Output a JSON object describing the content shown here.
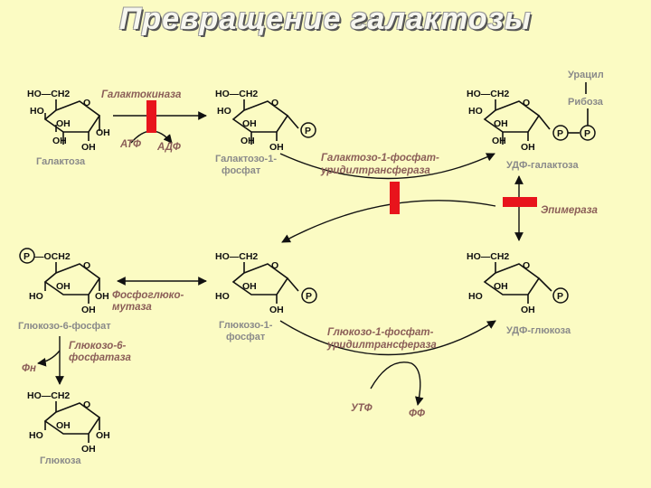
{
  "title": "Превращение галактозы",
  "compounds": {
    "galactose": "Галактоза",
    "gal1p_a": "Галактозо-1-",
    "gal1p_b": "фосфат",
    "udp_gal": "УДФ-галактоза",
    "glc6p": "Глюкозо-6-фосфат",
    "glc1p_a": "Глюкозо-1-",
    "glc1p_b": "фосфат",
    "udp_glc": "УДФ-глюкоза",
    "glucose": "Глюкоза"
  },
  "enzymes": {
    "galactokinase": "Галактокиназа",
    "galt_a": "Галактозо-1-фосфат-",
    "galt_b": "уридилтрансфераза",
    "epimerase": "Эпимераза",
    "pgm_a": "Фосфоглюко-",
    "pgm_b": "мутаза",
    "g6pase_a": "Глюкозо-6-",
    "g6pase_b": "фосфатаза",
    "ugp_a": "Глюкозо-1-фосфат-",
    "ugp_b": "уридилтрансфераза"
  },
  "cofactors": {
    "atp": "АТФ",
    "adp": "АДФ",
    "utp": "УТФ",
    "ppi": "ФФ",
    "pi": "Фн",
    "uracil": "Урацил",
    "ribose": "Рибоза"
  },
  "atoms": {
    "ho_ch2": "HO—CH2",
    "p_och2": "—OCH2",
    "oh": "OH",
    "ho": "HO",
    "o": "O",
    "p": "P"
  },
  "colors": {
    "background": "#fbfbc3",
    "inhibitor_bar": "#e8141c",
    "label_gray": "#8a8a8a",
    "enzyme_brown": "#8b5e58"
  }
}
